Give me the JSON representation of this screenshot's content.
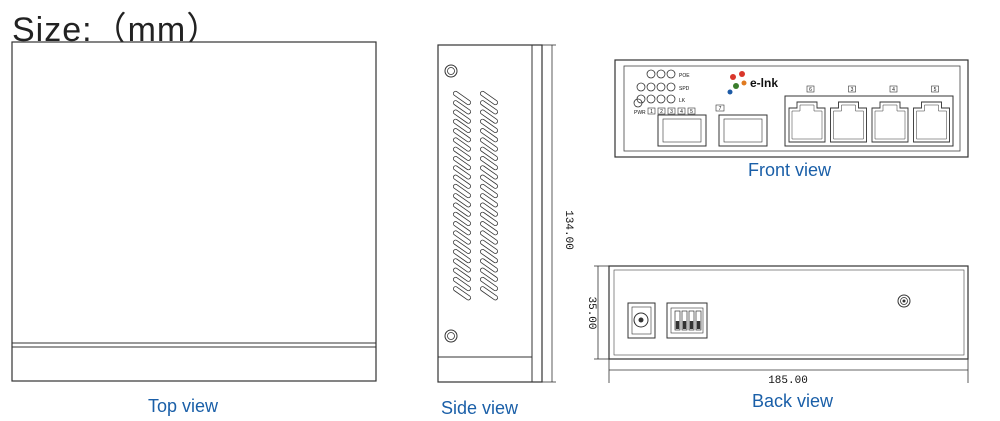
{
  "title": "Size:（mm）",
  "views": {
    "top": {
      "label": "Top view"
    },
    "side": {
      "label": "Side view"
    },
    "front": {
      "label": "Front view"
    },
    "back": {
      "label": "Back view"
    }
  },
  "dimensions": {
    "height": "134.00",
    "depth": "35.00",
    "width": "185.00"
  },
  "front_panel": {
    "brand": "e-lnk",
    "led_labels": [
      "POE",
      "SPD",
      "LK"
    ],
    "pwr_label": "PWR",
    "sfp_port_numbers": [
      "1",
      "2",
      "3",
      "4",
      "5"
    ],
    "sfp_label": "7",
    "rj45_port_numbers": [
      "6",
      "3",
      "4",
      "5"
    ]
  },
  "icons": [
    "logo-icon",
    "screw-icon",
    "power-jack-icon",
    "dip-switch-icon",
    "ground-screw-icon"
  ]
}
